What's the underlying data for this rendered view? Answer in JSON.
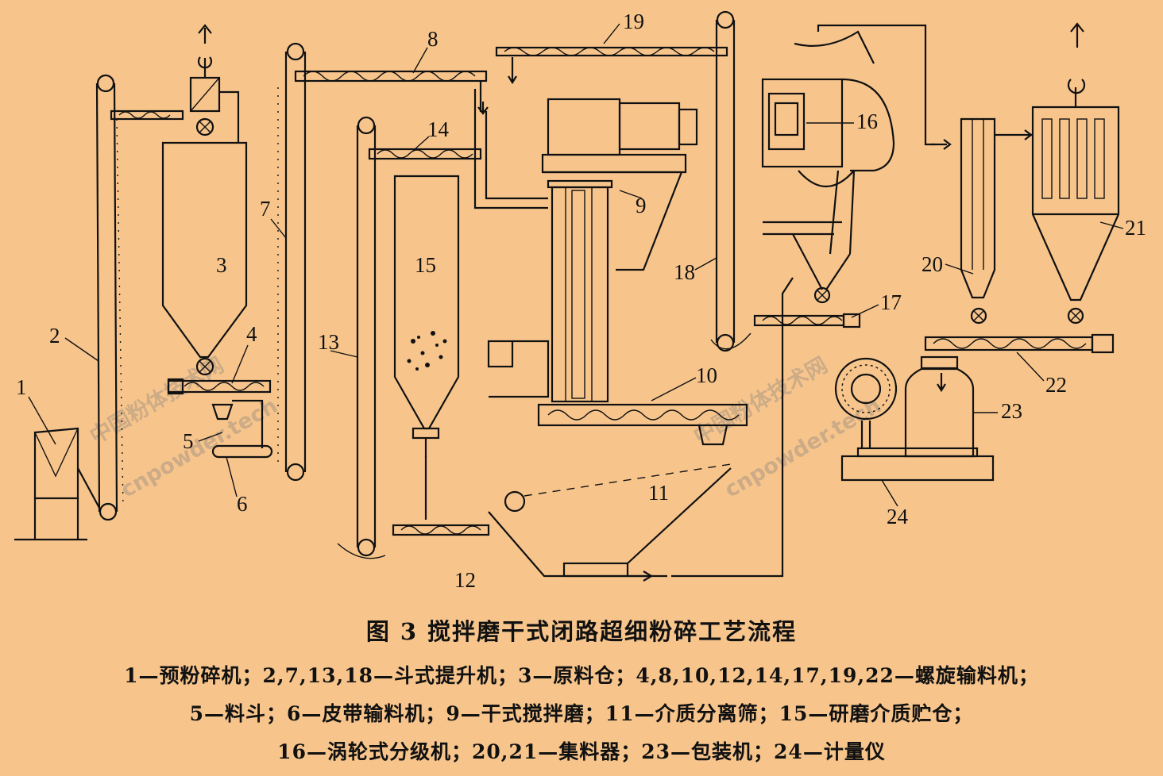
{
  "figure": {
    "title": "图 3  搅拌磨干式闭路超细粉碎工艺流程",
    "legend_lines": [
      "1—预粉碎机；2,7,13,18—斗式提升机；3—原料仓；4,8,10,12,14,17,19,22—螺旋输料机；",
      "5—料斗；6—皮带输料机；9—干式搅拌磨；11—介质分离筛；15—研磨介质贮仓；",
      "16—涡轮式分级机；20,21—集料器；23—包装机；24—计量仪"
    ]
  },
  "labels": {
    "n1": "1",
    "n2": "2",
    "n3": "3",
    "n4": "4",
    "n5": "5",
    "n6": "6",
    "n7": "7",
    "n8": "8",
    "n9": "9",
    "n10": "10",
    "n11": "11",
    "n12": "12",
    "n13": "13",
    "n14": "14",
    "n15": "15",
    "n16": "16",
    "n17": "17",
    "n18": "18",
    "n19": "19",
    "n20": "20",
    "n21": "21",
    "n22": "22",
    "n23": "23",
    "n24": "24"
  },
  "watermarks": {
    "cn": "中国粉体技术网",
    "en": "cnpowder.tech"
  },
  "colors": {
    "background": "#f7c58c",
    "ink": "#111111"
  }
}
